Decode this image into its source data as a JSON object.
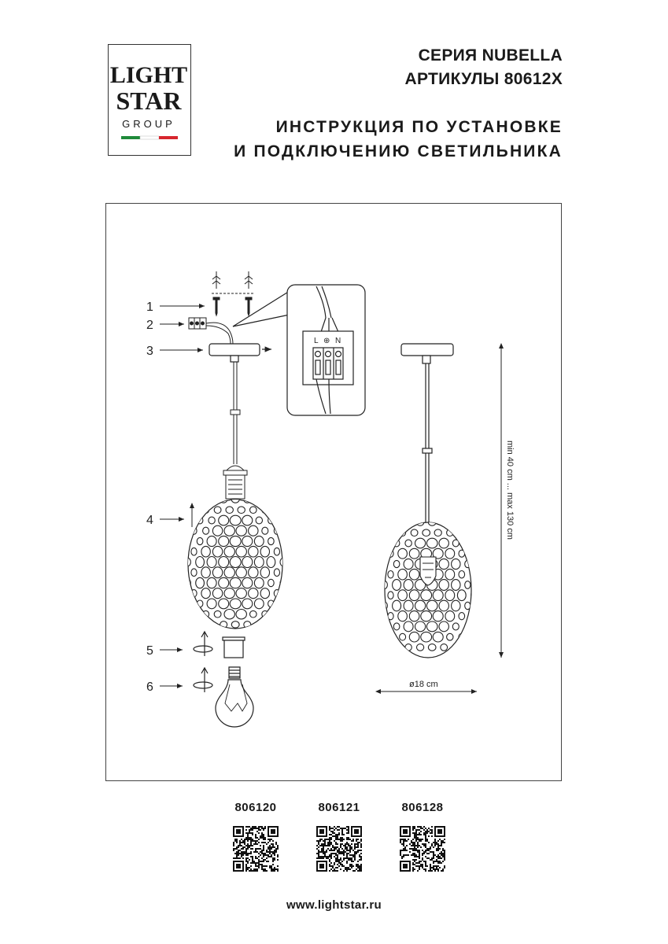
{
  "brand": {
    "logo_line1": "LIGHT",
    "logo_line2": "STAR",
    "logo_line3": "GROUP",
    "flag_colors": [
      "#1f8a3a",
      "#ffffff",
      "#d7262e"
    ]
  },
  "header": {
    "series": "СЕРИЯ NUBELLA",
    "articles": "АРТИКУЛЫ 80612X",
    "instruction_line1": "ИНСТРУКЦИЯ ПО УСТАНОВКЕ",
    "instruction_line2": "И ПОДКЛЮЧЕНИЮ СВЕТИЛЬНИКА"
  },
  "diagram": {
    "step_labels": [
      "1",
      "2",
      "3",
      "4",
      "5",
      "6"
    ],
    "terminal_labels": [
      "L",
      "⊕",
      "N"
    ],
    "height_dimension": "min 40 cm ... max 130 cm",
    "width_dimension": "ø18 cm"
  },
  "article_codes": [
    {
      "code": "806120",
      "qr_icon": "qr-code-icon"
    },
    {
      "code": "806121",
      "qr_icon": "qr-code-icon"
    },
    {
      "code": "806128",
      "qr_icon": "qr-code-icon"
    }
  ],
  "footer": {
    "website": "www.lightstar.ru"
  }
}
